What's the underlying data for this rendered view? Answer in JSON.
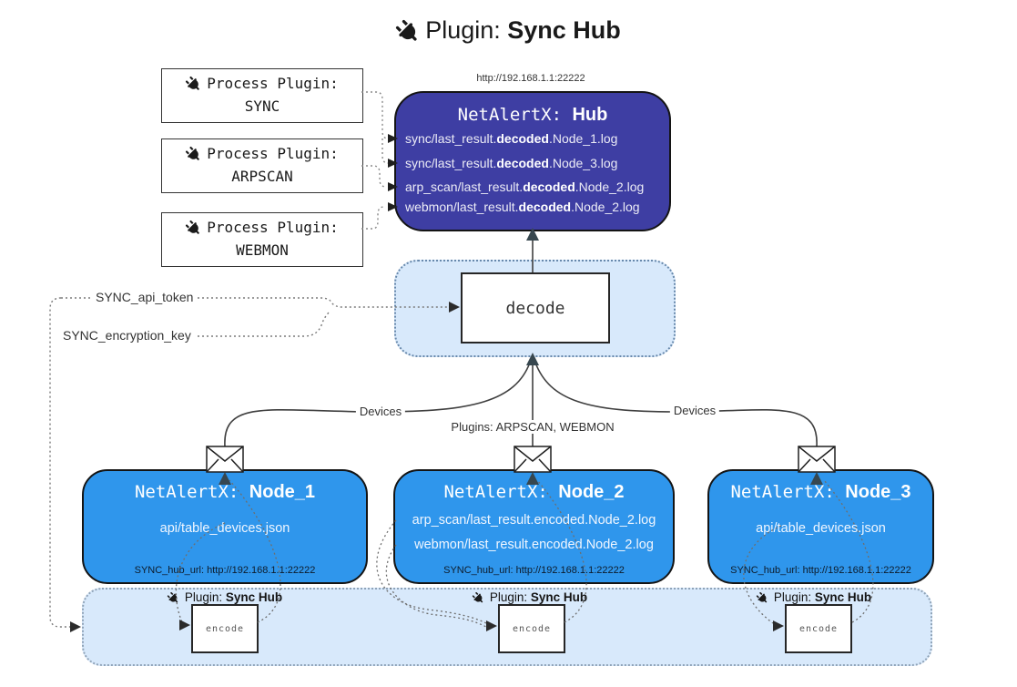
{
  "title": {
    "icon": "plug-icon",
    "prefix": "Plugin: ",
    "name": "Sync Hub"
  },
  "colors": {
    "hub_bg": "#3E3EA3",
    "node_bg": "#2F96EC",
    "panel_bg": "#D8E9FB",
    "line": "#3f3f3f",
    "arrow_dark": "#37474F"
  },
  "plugins": [
    {
      "label": "Process Plugin:",
      "name": "SYNC"
    },
    {
      "label": "Process Plugin:",
      "name": "ARPSCAN"
    },
    {
      "label": "Process Plugin:",
      "name": "WEBMON"
    }
  ],
  "hub": {
    "url": "http://192.168.1.1:22222",
    "title_prefix": "NetAlertX: ",
    "title_name": "Hub",
    "rows": [
      {
        "pre": "sync/last_result.",
        "bold": "decoded",
        "post": ".Node_1.log"
      },
      {
        "pre": "sync/last_result.",
        "bold": "decoded",
        "post": ".Node_3.log"
      },
      {
        "pre": "arp_scan/last_result.",
        "bold": "decoded",
        "post": ".Node_2.log"
      },
      {
        "pre": "webmon/last_result.",
        "bold": "decoded",
        "post": ".Node_2.log"
      }
    ]
  },
  "decode": {
    "label": "decode"
  },
  "tokens": {
    "api_token": "SYNC_api_token",
    "encryption_key": "SYNC_encryption_key"
  },
  "edges": {
    "left": "Devices",
    "center": "Plugins: ARPSCAN, WEBMON",
    "right": "Devices"
  },
  "nodes": [
    {
      "title_prefix": "NetAlertX: ",
      "title_name": "Node_1",
      "rows": [
        "api/table_devices.json"
      ],
      "hub_url": "SYNC_hub_url: http://192.168.1.1:22222"
    },
    {
      "title_prefix": "NetAlertX: ",
      "title_name": "Node_2",
      "rows": [
        "arp_scan/last_result.encoded.Node_2.log",
        "webmon/last_result.encoded.Node_2.log"
      ],
      "hub_url": "SYNC_hub_url: http://192.168.1.1:22222"
    },
    {
      "title_prefix": "NetAlertX: ",
      "title_name": "Node_3",
      "rows": [
        "api/table_devices.json"
      ],
      "hub_url": "SYNC_hub_url: http://192.168.1.1:22222"
    }
  ],
  "strip": {
    "label_prefix": "Plugin: ",
    "label_name": "Sync Hub",
    "encode_label": "encode"
  }
}
